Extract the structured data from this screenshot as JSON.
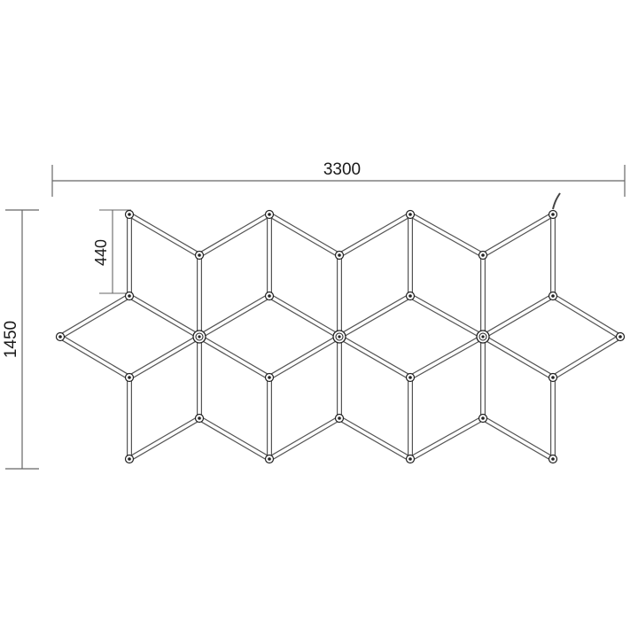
{
  "dimensions": {
    "width_label": "3300",
    "height_label": "1450",
    "segment_label": "440"
  },
  "colors": {
    "line": "#555555",
    "tube_fill": "#ffffff",
    "node": "#222222",
    "dim_line": "#666666"
  },
  "grid": {
    "columns": [
      68,
      146,
      225,
      304,
      383,
      463,
      545,
      624,
      700
    ],
    "rows": [
      242,
      288,
      334,
      380,
      426,
      472,
      518
    ]
  }
}
